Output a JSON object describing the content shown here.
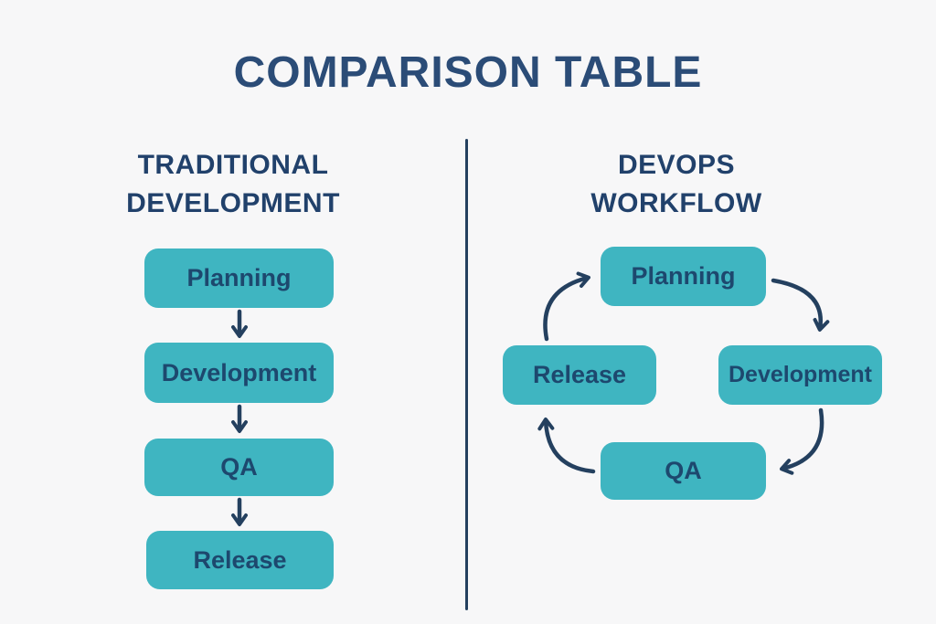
{
  "title": "COMPARISON TABLE",
  "colors": {
    "background": "#f7f7f8",
    "box_teal": "#3fb5c1",
    "title_navy": "#2b4c77",
    "heading_navy": "#21416b",
    "box_text_navy": "#1d486e",
    "arrow_navy": "#24405f",
    "divider_navy": "#24405f"
  },
  "left_panel": {
    "heading_line1": "TRADITIONAL",
    "heading_line2": "DEVELOPMENT",
    "flow_type": "linear",
    "steps": [
      "Planning",
      "Development",
      "QA",
      "Release"
    ]
  },
  "right_panel": {
    "heading_line1": "DEVOPS",
    "heading_line2": "WORKFLOW",
    "flow_type": "cycle",
    "steps": [
      "Planning",
      "Development",
      "QA",
      "Release"
    ]
  }
}
